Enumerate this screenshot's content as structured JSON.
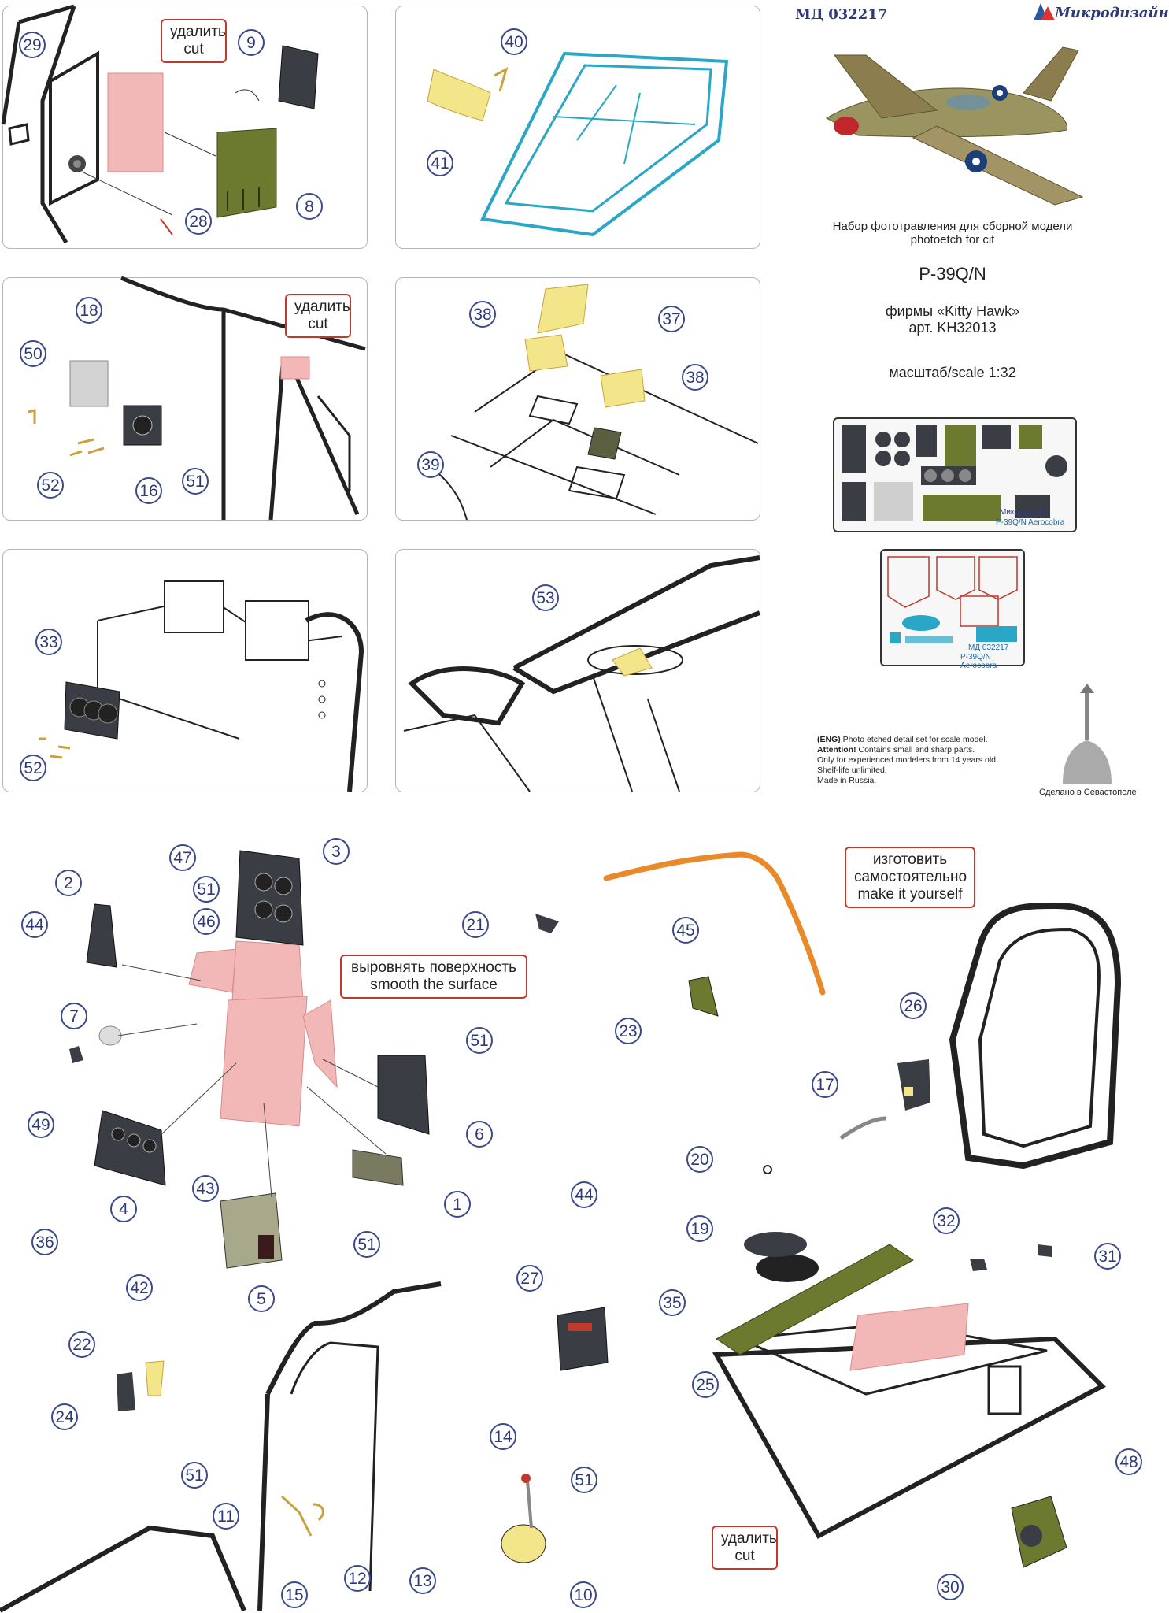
{
  "header": {
    "code": "МД 032217",
    "brand": "Микродизайн",
    "kit_ru": "Набор фототравления для сборной модели",
    "kit_en": "photoetch for cit",
    "model": "P-39Q/N",
    "maker_ru": "фирмы «Kitty Hawk»",
    "article": "арт. KH32013",
    "scale": "масштаб/scale 1:32"
  },
  "frets": {
    "fret1_label": "P-39Q/N Aerocobra",
    "fret1_code": "Микродизайн",
    "fret2_code": "МД 032217",
    "fret2_label": "P-39Q/N Aerocobra"
  },
  "eng_note": {
    "line1_tag": "(ENG)",
    "line1": " Photo etched detail set for scale model.",
    "line2_tag": "Attention!",
    "line2": " Contains small and sharp parts.",
    "line3": "Only for experienced modelers from 14 years old.",
    "line4": "Shelf-life unlimited.",
    "line5": "Made in Russia."
  },
  "made_in": "Сделано в Севастополе",
  "notes": {
    "cut_ru": "удалить",
    "cut_en": "cut",
    "smooth_ru": "выровнять поверхность",
    "smooth_en": "smooth the surface",
    "make_ru1": "изготовить",
    "make_ru2": "самостоятельно",
    "make_en": "make it yourself"
  },
  "callouts": [
    {
      "id": "c29",
      "n": "29"
    },
    {
      "id": "c9",
      "n": "9"
    },
    {
      "id": "c28",
      "n": "28"
    },
    {
      "id": "c8",
      "n": "8"
    },
    {
      "id": "c40",
      "n": "40"
    },
    {
      "id": "c41",
      "n": "41"
    },
    {
      "id": "c18",
      "n": "18"
    },
    {
      "id": "c50",
      "n": "50"
    },
    {
      "id": "c52a",
      "n": "52"
    },
    {
      "id": "c16",
      "n": "16"
    },
    {
      "id": "c51a",
      "n": "51"
    },
    {
      "id": "c38a",
      "n": "38"
    },
    {
      "id": "c37",
      "n": "37"
    },
    {
      "id": "c38b",
      "n": "38"
    },
    {
      "id": "c39",
      "n": "39"
    },
    {
      "id": "c33",
      "n": "33"
    },
    {
      "id": "c52b",
      "n": "52"
    },
    {
      "id": "c53",
      "n": "53"
    },
    {
      "id": "c47",
      "n": "47"
    },
    {
      "id": "c3",
      "n": "3"
    },
    {
      "id": "c2",
      "n": "2"
    },
    {
      "id": "c51b",
      "n": "51"
    },
    {
      "id": "c44a",
      "n": "44"
    },
    {
      "id": "c46",
      "n": "46"
    },
    {
      "id": "c7",
      "n": "7"
    },
    {
      "id": "c51c",
      "n": "51"
    },
    {
      "id": "c49",
      "n": "49"
    },
    {
      "id": "c6",
      "n": "6"
    },
    {
      "id": "c43",
      "n": "43"
    },
    {
      "id": "c4",
      "n": "4"
    },
    {
      "id": "c1",
      "n": "1"
    },
    {
      "id": "c36",
      "n": "36"
    },
    {
      "id": "c51d",
      "n": "51"
    },
    {
      "id": "c42",
      "n": "42"
    },
    {
      "id": "c5",
      "n": "5"
    },
    {
      "id": "c21",
      "n": "21"
    },
    {
      "id": "c45",
      "n": "45"
    },
    {
      "id": "c23",
      "n": "23"
    },
    {
      "id": "c26",
      "n": "26"
    },
    {
      "id": "c17",
      "n": "17"
    },
    {
      "id": "c20",
      "n": "20"
    },
    {
      "id": "c19",
      "n": "19"
    },
    {
      "id": "c44b",
      "n": "44"
    },
    {
      "id": "c27",
      "n": "27"
    },
    {
      "id": "c32",
      "n": "32"
    },
    {
      "id": "c31",
      "n": "31"
    },
    {
      "id": "c35",
      "n": "35"
    },
    {
      "id": "c25",
      "n": "25"
    },
    {
      "id": "c22",
      "n": "22"
    },
    {
      "id": "c24",
      "n": "24"
    },
    {
      "id": "c51e",
      "n": "51"
    },
    {
      "id": "c51f",
      "n": "51"
    },
    {
      "id": "c14",
      "n": "14"
    },
    {
      "id": "c11",
      "n": "11"
    },
    {
      "id": "c48",
      "n": "48"
    },
    {
      "id": "c12",
      "n": "12"
    },
    {
      "id": "c13",
      "n": "13"
    },
    {
      "id": "c15",
      "n": "15"
    },
    {
      "id": "c10",
      "n": "10"
    },
    {
      "id": "c30",
      "n": "30"
    }
  ],
  "colors": {
    "callout_border": "#3b4a8a",
    "note_border": "#c0392b",
    "pink_part": "#f2b8b8",
    "olive_part": "#6b7a2e",
    "yellow_part": "#f3e58a",
    "canopy_blue": "#2aa6c6",
    "orange_rod": "#e88a2a",
    "dark_part": "#3a3d44"
  }
}
